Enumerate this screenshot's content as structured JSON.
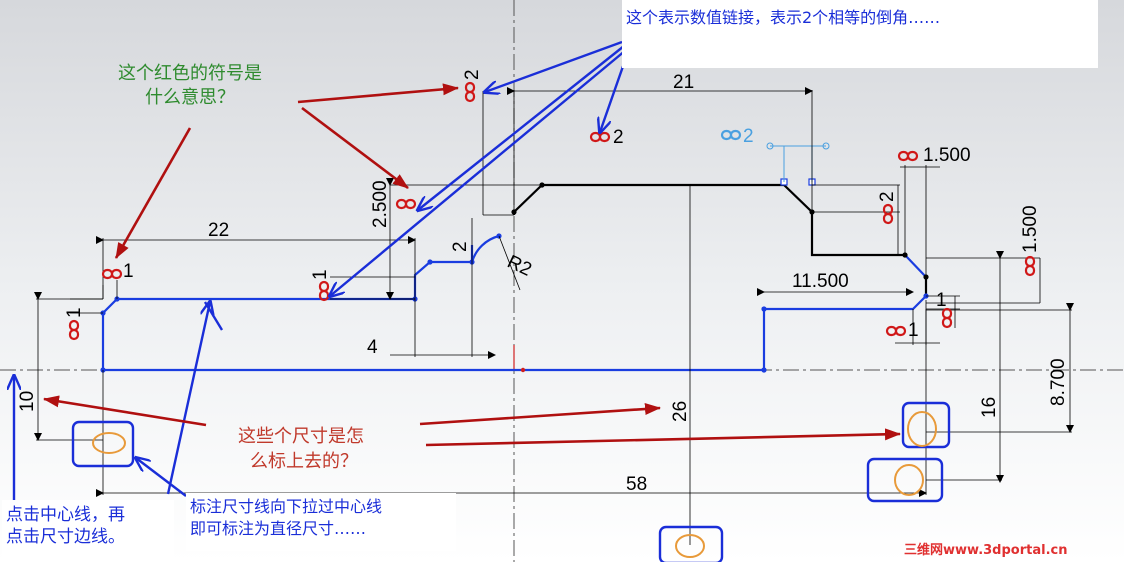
{
  "notes": {
    "top_right": "这个表示数值链接，表示2个相等的倒角……",
    "red_symbol_line1": "这个红色的符号是",
    "red_symbol_line2": "什么意思？",
    "how_dim_line1": "这些个尺寸是怎",
    "how_dim_line2": "么标上去的？",
    "bottom_left_line1": "点击中心线，再",
    "bottom_left_line2": "点击尺寸边线。",
    "bottom_mid_line1": "标注尺寸线向下拉过中心线",
    "bottom_mid_line2": "即可标注为直径尺寸……"
  },
  "dimensions": {
    "d21": "21",
    "d22": "22",
    "d2_top": "2",
    "d2_link": "2",
    "d2_link_blue": "2",
    "d1500_top": "1.500",
    "d2_right": "2",
    "d1500_right": "1.500",
    "d2500": "2.500",
    "d2_fillet": "2",
    "r2": "R2",
    "d1_a": "1",
    "d1_b": "1",
    "d1_c": "1",
    "d1_d": "1",
    "d1_e": "1",
    "d4": "4",
    "d11500": "11.500",
    "d10": "10",
    "d26": "26",
    "d16": "16",
    "d8700": "8.700",
    "d58": "58"
  },
  "watermark": "三维网www.3dportal.cn",
  "colors": {
    "note_green": "#2e8b2e",
    "note_red": "#c0392b",
    "note_blue": "#1a2ed8",
    "arrow_red": "#b01010",
    "arrow_blue": "#1a2ed8",
    "geometry_blue": "#1a3de0",
    "link_symbol_red": "#d01818",
    "link_blue": "#4aa0e0",
    "highlight_orange": "#e89a3a"
  }
}
